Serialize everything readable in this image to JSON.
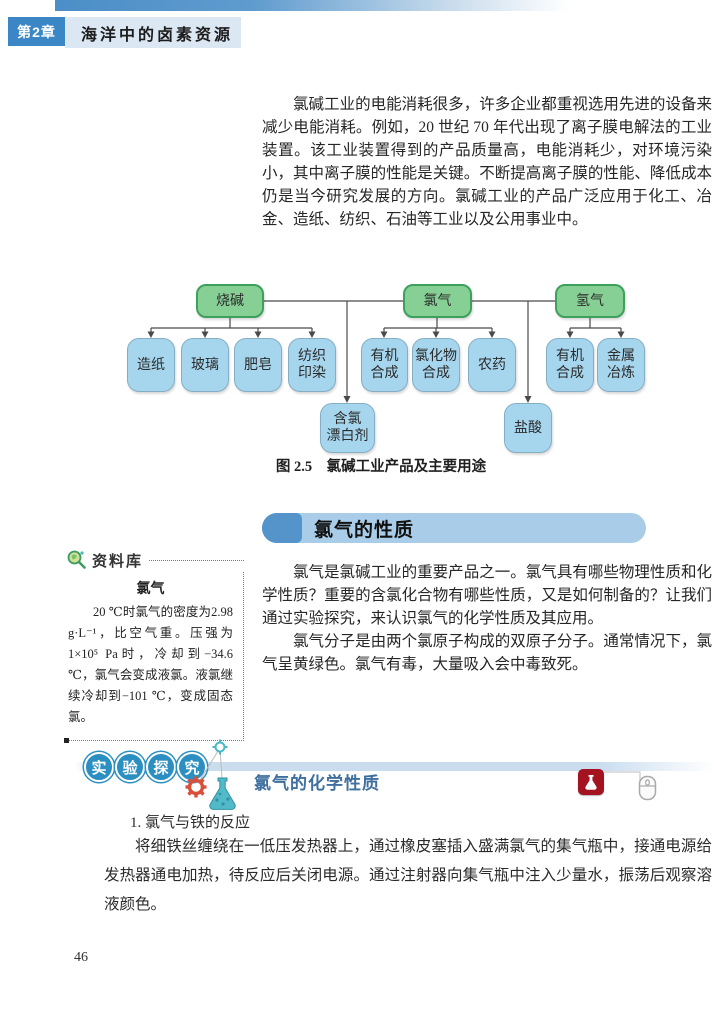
{
  "page": {
    "number": "46"
  },
  "header": {
    "chapter_label": "第2章",
    "chapter_title": "海洋中的卤素资源"
  },
  "intro_paragraph": "氯碱工业的电能消耗很多，许多企业都重视选用先进的设备来减少电能消耗。例如，20 世纪 70 年代出现了离子膜电解法的工业装置。该工业装置得到的产品质量高，电能消耗少，对环境污染小，其中离子膜的性能是关键。不断提高离子膜的性能、降低成本仍是当今研究发展的方向。氯碱工业的产品广泛应用于化工、冶金、造纸、纺织、石油等工业以及公用事业中。",
  "figure": {
    "caption": "图 2.5　氯碱工业产品及主要用途",
    "nodes": {
      "caustic": "烧碱",
      "chlorine": "氯气",
      "hydrogen": "氢气",
      "paper": "造纸",
      "glass": "玻璃",
      "soap": "肥皂",
      "textile": "纺织\n印染",
      "organic_cl": "有机\n合成",
      "chloride": "氯化物\n合成",
      "pesticide": "农药",
      "bleach": "含氯\n漂白剂",
      "hcl": "盐酸",
      "organic_h": "有机\n合成",
      "metal": "金属\n冶炼"
    },
    "structure": {
      "烧碱": [
        "造纸",
        "玻璃",
        "肥皂",
        "纺织印染"
      ],
      "氯气": [
        "有机合成",
        "氯化物合成",
        "农药"
      ],
      "氢气": [
        "有机合成",
        "金属冶炼"
      ],
      "烧碱+氯气": [
        "含氯漂白剂"
      ],
      "氯气+氢气": [
        "盐酸"
      ]
    }
  },
  "section": {
    "title": "氯气的性质",
    "para1": "氯气是氯碱工业的重要产品之一。氯气具有哪些物理性质和化学性质？重要的含氯化合物有哪些性质，又是如何制备的？让我们通过实验探究，来认识氯气的化学性质及其应用。",
    "para2": "氯气分子是由两个氯原子构成的双原子分子。通常情况下，氯气呈黄绿色。氯气有毒，大量吸入会中毒致死。"
  },
  "sidebar": {
    "label": "资料库",
    "title": "氯气",
    "body": "20 ℃时氯气的密度为2.98 g·L⁻¹，比空气重。压强为1×10⁵ Pa时，冷却到−34.6 ℃，氯气会变成液氯。液氯继续冷却到−101 ℃，变成固态氯。"
  },
  "experiment": {
    "badge_chars": [
      "实",
      "验",
      "探",
      "究"
    ],
    "title": "氯气的化学性质",
    "item1_heading": "1. 氯气与铁的反应",
    "item1_body": "将细铁丝缠绕在一低压发热器上，通过橡皮塞插入盛满氯气的集气瓶中，接通电源给发热器通电加热，待反应后关闭电源。通过注射器向集气瓶中注入少量水，振荡后观察溶液颜色。"
  },
  "colors": {
    "accent_blue": "#3b86c4",
    "heading_pill": "#a9cde8",
    "heading_tab": "#5494cb",
    "node_green": "#86d095",
    "node_green_border": "#3da05c",
    "node_blue": "#a6d6ee",
    "badge_blue": "#2c8fc2",
    "exp_title_blue": "#3e6f9e",
    "resource_red": "#a31420"
  }
}
